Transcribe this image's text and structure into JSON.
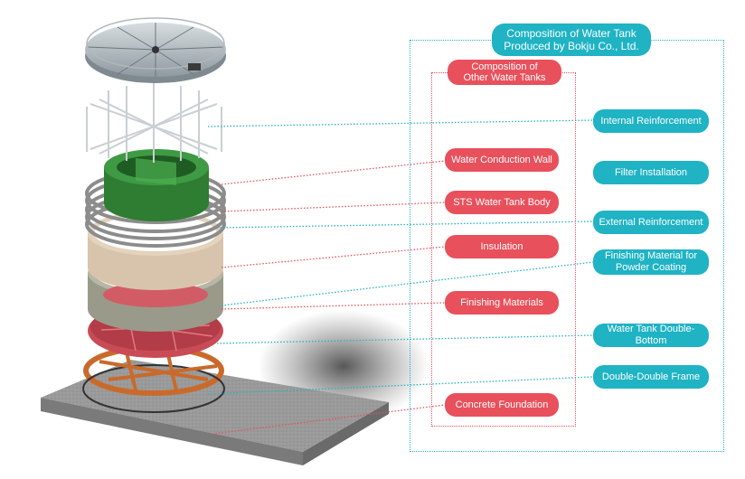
{
  "header": {
    "title_line1": "Composition of Water Tank",
    "title_line2": "Produced by Bokju Co., Ltd.",
    "other_line1": "Composition of",
    "other_line2": "Other Water Tanks"
  },
  "bokju_components": [
    "Internal Reinforcement",
    "Filter Installation",
    "External Reinforcement",
    "Finishing Material for Powder Coating",
    "Water Tank Double-Bottom",
    "Double-Double Frame"
  ],
  "other_components": [
    "Water Conduction Wall",
    "STS Water Tank Body",
    "Insulation",
    "Finishing Materials",
    "Concrete Foundation"
  ],
  "colors": {
    "bokju": "#1fb3c4",
    "other": "#e8505b",
    "green_wall": "#2e7d32",
    "copper": "#c96a2b"
  }
}
